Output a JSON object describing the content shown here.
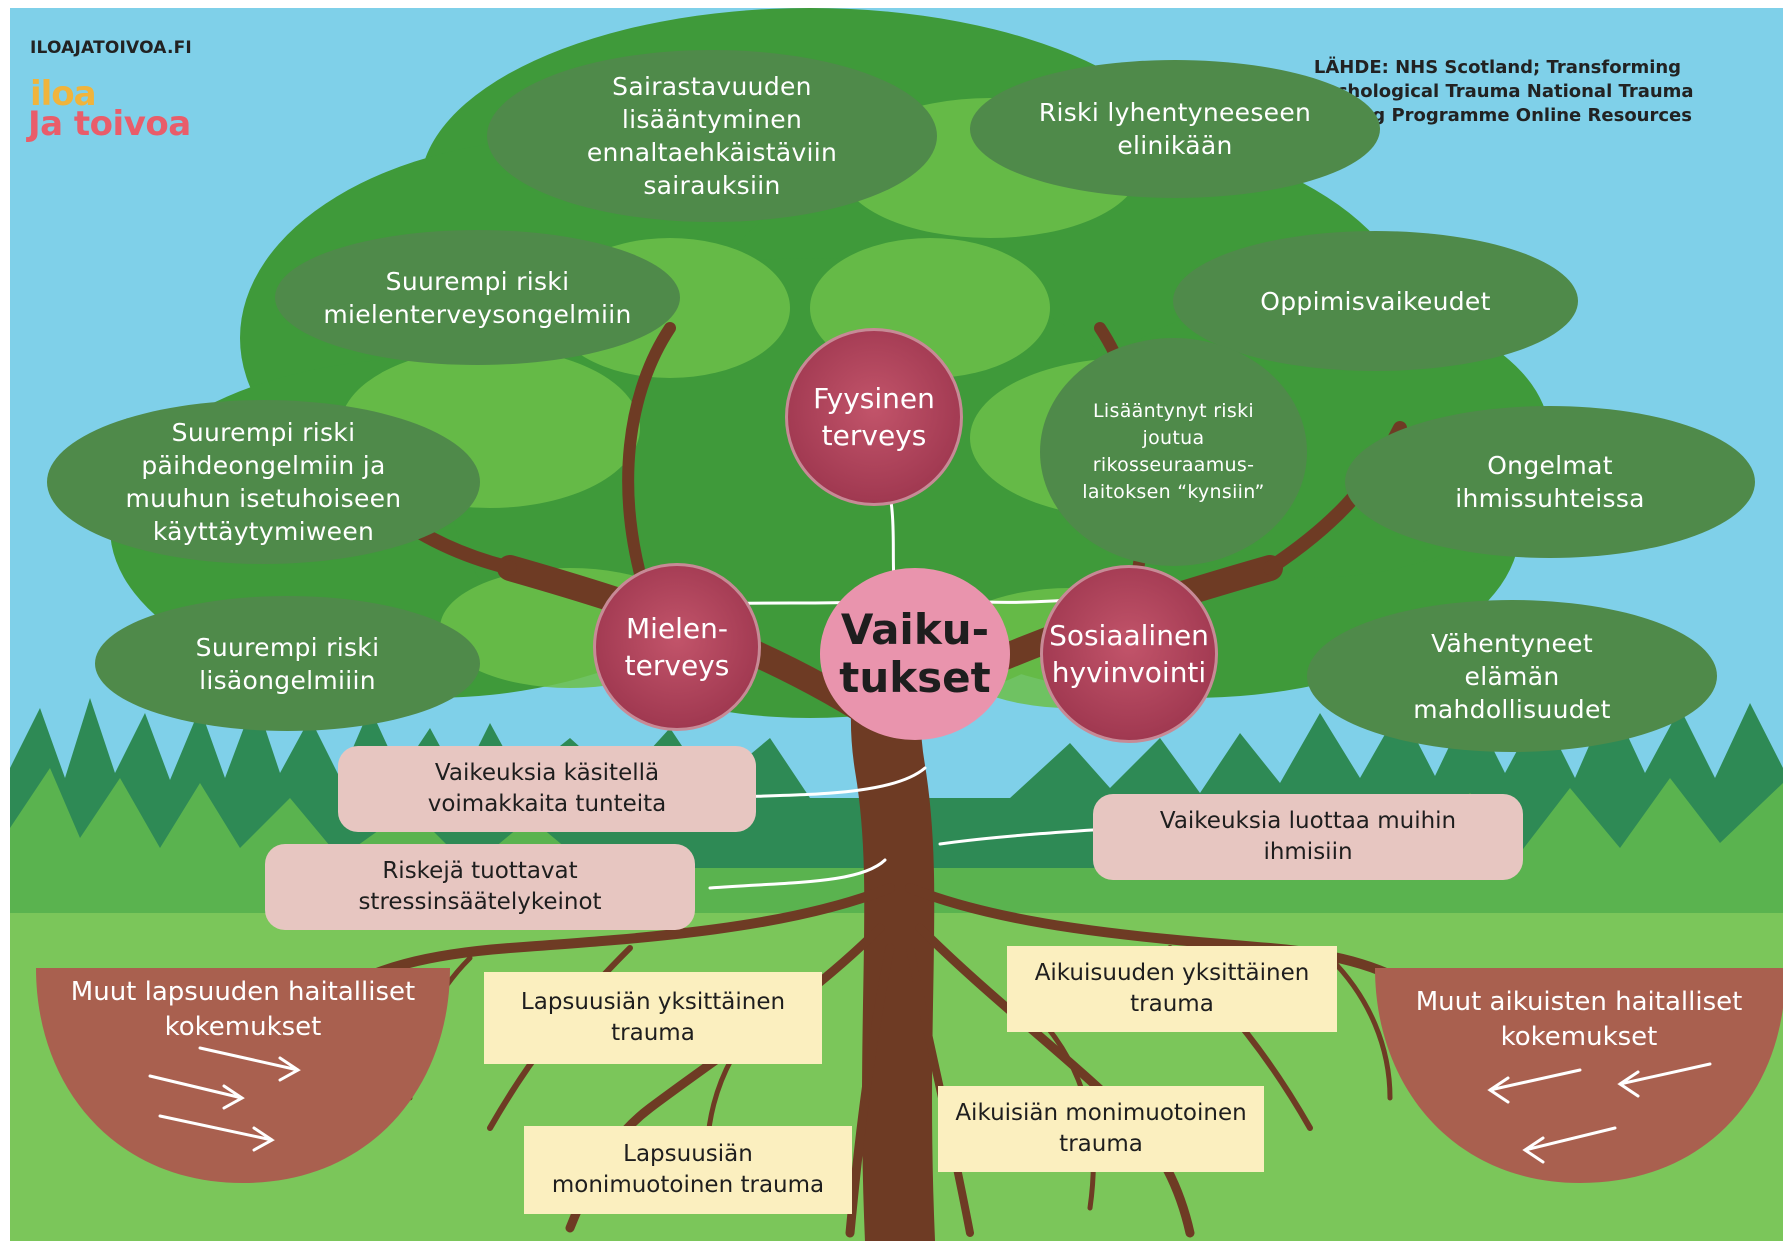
{
  "header": {
    "site": "ILOAJATOIVOA.FI",
    "logo_line1": "iloa",
    "logo_line2": "Ja toivoa",
    "source": "LÄHDE: NHS Scotland; Transforming\nPsychological Trauma National Trauma\nTraining Programme Online Resources"
  },
  "colors": {
    "sky": "#7fd0e9",
    "leaf_oval": "#4f8a4a",
    "circle": "#a23a52",
    "center_circle": "#e994ad",
    "pill": "#e7c6c1",
    "note": "#fbefbf",
    "bowl": "#a9604f",
    "grass": "#7bc65a",
    "trunk": "#6e3b24"
  },
  "center": {
    "label": "Vaiku-\ntukset"
  },
  "circles": [
    {
      "label": "Fyysinen\nterveys"
    },
    {
      "label": "Mielen-\nterveys"
    },
    {
      "label": "Sosiaalinen\nhyvinvointi"
    }
  ],
  "leaves": [
    {
      "label": "Sairastavuuden\nlisääntyminen\nennaltaehkäistäviin\nsairauksiin"
    },
    {
      "label": "Riski lyhentyneeseen\nelinikään"
    },
    {
      "label": "Suurempi riski\nmielenterveysongelmiin"
    },
    {
      "label": "Oppimisvaikeudet"
    },
    {
      "label": "Suurempi riski\npäihdeongelmiin ja\nmuuhun isetuhoiseen\nkäyttäytymiween"
    },
    {
      "label": "Lisääntynyt  riski\njoutua\nrikosseuraamus-\nlaitoksen “kynsiin”"
    },
    {
      "label": "Ongelmat\nihmissuhteissa"
    },
    {
      "label": "Suurempi riski\nlisäongelmiiin"
    },
    {
      "label": "Vähentyneet\nelämän\nmahdollisuudet"
    }
  ],
  "trunk_items": [
    {
      "label": "Vaikeuksia käsitellä\nvoimakkaita tunteita"
    },
    {
      "label": "Riskejä tuottavat\nstressinsäätelykeinot"
    },
    {
      "label": "Vaikeuksia luottaa muihin\nihmisiin"
    }
  ],
  "roots": [
    {
      "label": "Lapsuusiän yksittäinen\ntrauma"
    },
    {
      "label": "Aikuisuuden yksittäinen\ntrauma"
    },
    {
      "label": "Aikuisiän  monimuotoinen\ntrauma"
    },
    {
      "label": "Lapsuusiän\nmonimuotoinen trauma"
    }
  ],
  "bowls": [
    {
      "label": "Muut lapsuuden haitalliset\nkokemukset"
    },
    {
      "label": "Muut aikuisten haitalliset\nkokemukset"
    }
  ]
}
